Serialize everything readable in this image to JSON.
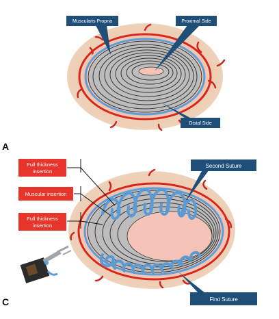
{
  "panel_a": {
    "letter": "A",
    "labels": {
      "muscularis": "Muscularis Propria",
      "proximal": "Proximal Side",
      "distal": "Distal Side"
    }
  },
  "panel_c": {
    "letter": "C",
    "red_labels": {
      "full1_line1": "Full thickness",
      "full1_line2": "insertion",
      "muscular": "Muscular insertion",
      "full2_line1": "Full thickness",
      "full2_line2": "insertion"
    },
    "blue_labels": {
      "second": "Second Suture",
      "first": "First Suture"
    }
  },
  "colors": {
    "dark_blue": "#1f4e79",
    "suture_blue": "#5b9bd5",
    "red_box": "#e8352b",
    "tissue_outer": "#ecc9a8",
    "tissue_pink": "#f4c4b8",
    "red_layer": "#d7261e",
    "blue_layer": "#5aa0d8"
  }
}
